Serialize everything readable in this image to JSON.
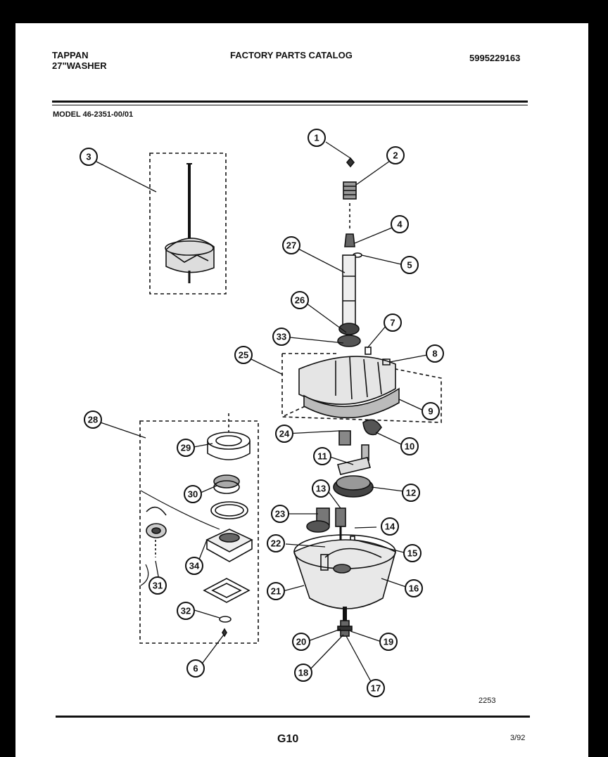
{
  "header": {
    "brand": "TAPPAN",
    "product": "27\"WASHER",
    "catalog_title": "FACTORY PARTS CATALOG",
    "catalog_number": "5995229163",
    "model_line": "MODEL  46-2351-00/01"
  },
  "footer": {
    "figure_number": "2253",
    "page_label": "G10",
    "date": "3/92"
  },
  "callouts": [
    "1",
    "2",
    "3",
    "4",
    "5",
    "6",
    "7",
    "8",
    "9",
    "10",
    "11",
    "12",
    "13",
    "14",
    "15",
    "16",
    "17",
    "18",
    "19",
    "20",
    "21",
    "22",
    "23",
    "24",
    "25",
    "26",
    "27",
    "28",
    "29",
    "30",
    "31",
    "32",
    "33",
    "34"
  ]
}
